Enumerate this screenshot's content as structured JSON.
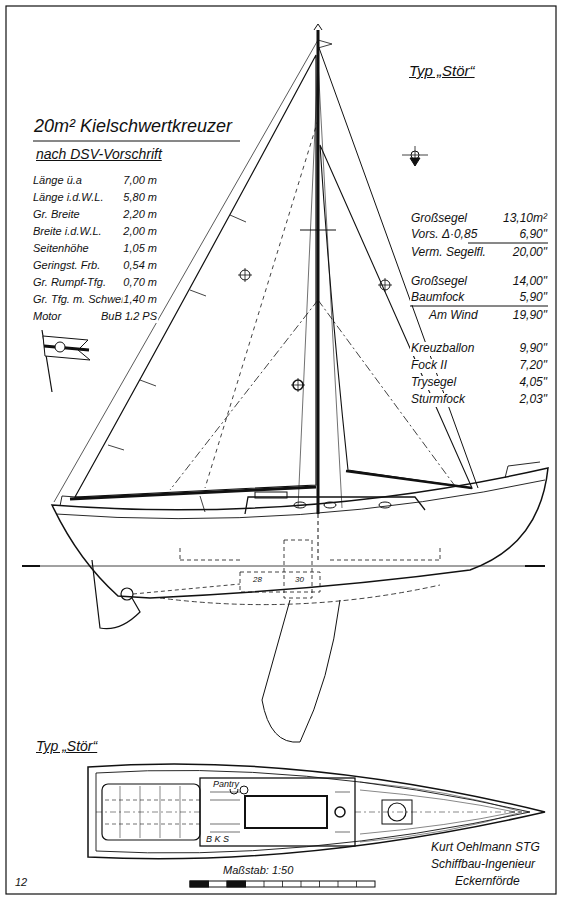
{
  "diagram": {
    "title": "20m² Kielschwertkreuzer",
    "labels": [
      "nach DSV-Vorschrift",
      "Typ „Stör“",
      "Länge ü.a",
      "7,00 m",
      "Länge i.d.W.L.",
      "5,80 m",
      "Gr. Breite",
      "2,20 m",
      "Breite i.d.W.L.",
      "2,00 m",
      "Seitenhöhe",
      "1,05 m",
      "Geringst. Frb.",
      "0,54 m",
      "Gr. Rumpf-Tfg.",
      "0,70 m",
      "Gr. Tfg. m. Schwert",
      "1,40 m",
      "Motor",
      "BuB 1A",
      "2 PS",
      "Großsegel",
      "13,10m²",
      "Vors. Δ·0,85",
      "6,90\"",
      "Verm. Segelfl.",
      "20,00\"",
      "Großsegel",
      "14,00\"",
      "Baumfock",
      "5,90\"",
      "Am Wind",
      "19,90\"",
      "Kreuzballon",
      "9,90\"",
      "Fock II",
      "7,20\"",
      "Trysegel",
      "4,05\"",
      "Sturmfock",
      "2,03\"",
      "Typ „Stör“",
      "Pantry",
      "B K S",
      "Maßstab: 1:50",
      "Kurt Oehlmann STG",
      "Schiffbau-Ingenieur",
      "Eckernförde",
      "12",
      "28",
      "30"
    ]
  }
}
